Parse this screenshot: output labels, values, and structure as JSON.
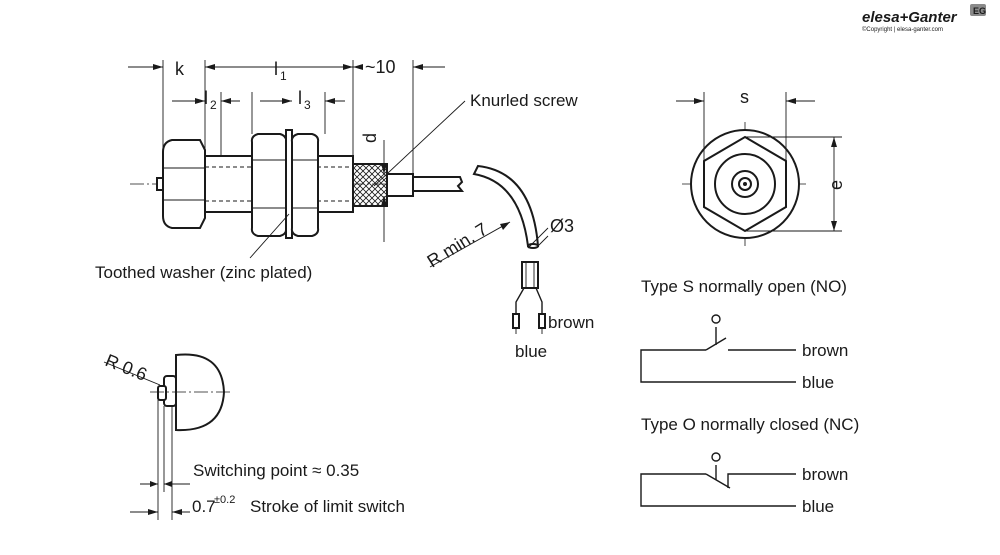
{
  "brand": {
    "name": "elesa+Ganter",
    "copyright": "©Copyright | elesa-ganter.com",
    "badge": "EG"
  },
  "dimensions": {
    "k": "k",
    "l1": "l",
    "l1_sub": "1",
    "approx10": "~10",
    "l2": "l",
    "l2_sub": "2",
    "l3": "l",
    "l3_sub": "3",
    "d": "d",
    "s": "s",
    "e": "e",
    "dia3": "Ø3",
    "rmin": "R min. 7",
    "r06": "R 0.6"
  },
  "labels": {
    "knurled_screw": "Knurled screw",
    "toothed_washer": "Toothed washer (zinc plated)",
    "brown": "brown",
    "blue": "blue",
    "switching_point": "Switching point ≈ 0.35",
    "stroke_value": "0.7",
    "stroke_tol": "±0.2",
    "stroke_text": "Stroke of limit switch"
  },
  "types": {
    "type_s": "Type S normally open (NO)",
    "type_o": "Type O normally closed (NC)",
    "brown": "brown",
    "blue": "blue"
  }
}
